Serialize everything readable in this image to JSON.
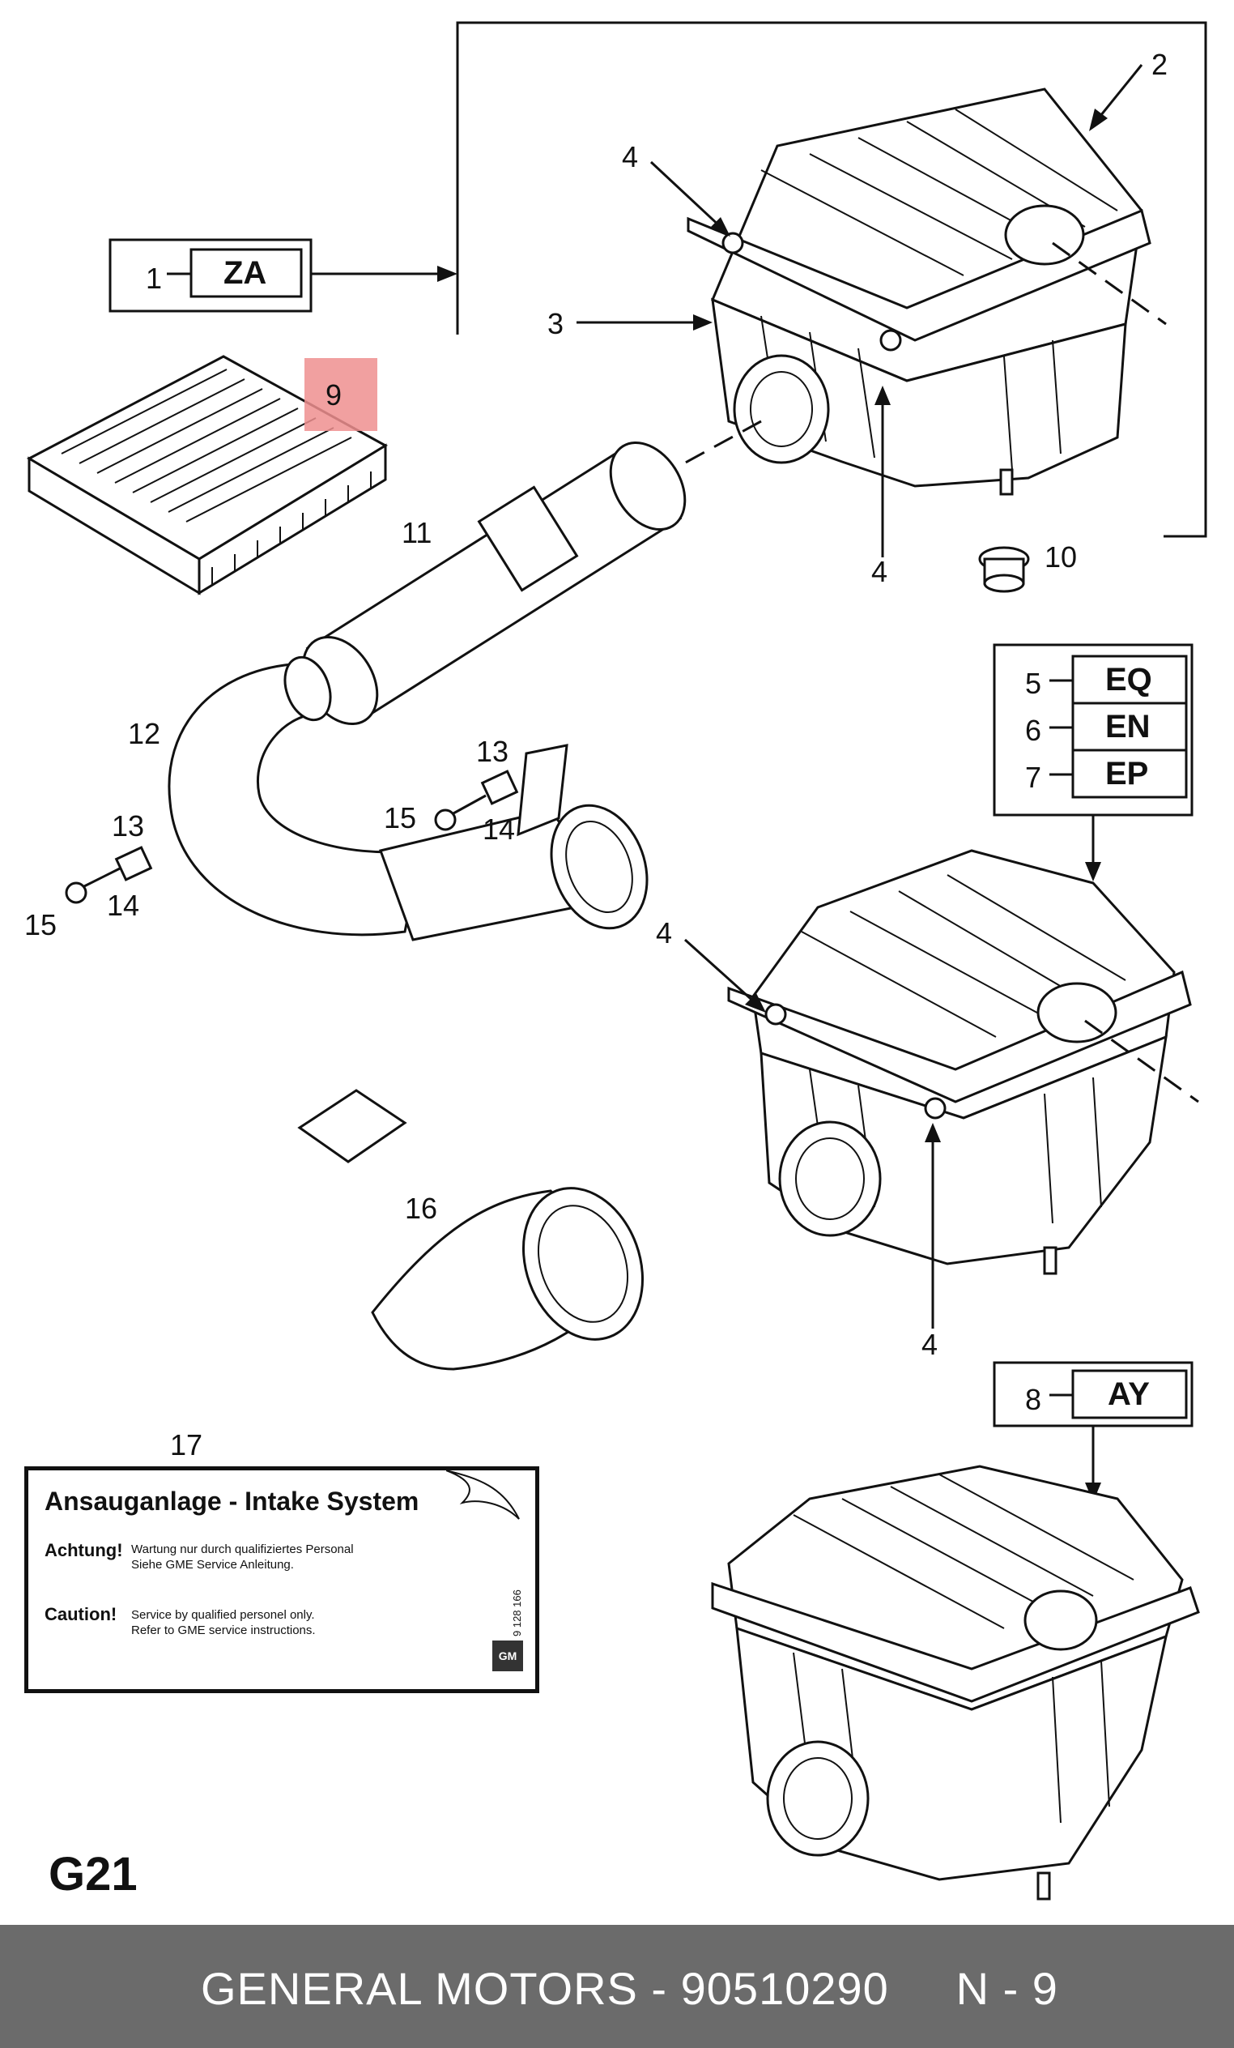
{
  "callouts": {
    "c1": "1",
    "c2": "2",
    "c3": "3",
    "c4a": "4",
    "c4b": "4",
    "c4c": "4",
    "c4d": "4",
    "c5": "5",
    "c6": "6",
    "c7": "7",
    "c8": "8",
    "c9": "9",
    "c10": "10",
    "c11": "11",
    "c12": "12",
    "c13a": "13",
    "c13b": "13",
    "c14a": "14",
    "c14b": "14",
    "c15a": "15",
    "c15b": "15",
    "c16": "16",
    "c17": "17"
  },
  "codes": {
    "za": "ZA",
    "eq": "EQ",
    "en": "EN",
    "ep": "EP",
    "ay": "AY"
  },
  "label_card": {
    "title": "Ansauganlage - Intake System",
    "achtung_heading": "Achtung!",
    "achtung_line1": "Wartung nur durch qualifiziertes Personal",
    "achtung_line2": "Siehe GME Service Anleitung.",
    "caution_heading": "Caution!",
    "caution_line1": "Service by qualified personel only.",
    "caution_line2": "Refer to GME service instructions.",
    "part_code": "9 128 166",
    "logo": "GM"
  },
  "sheet_id": "G21",
  "footer": {
    "text": "GENERAL MOTORS - 90510290     N - 9"
  },
  "colors": {
    "highlight": "#ef8f8f",
    "footer_bg": "#6b6b6b"
  }
}
